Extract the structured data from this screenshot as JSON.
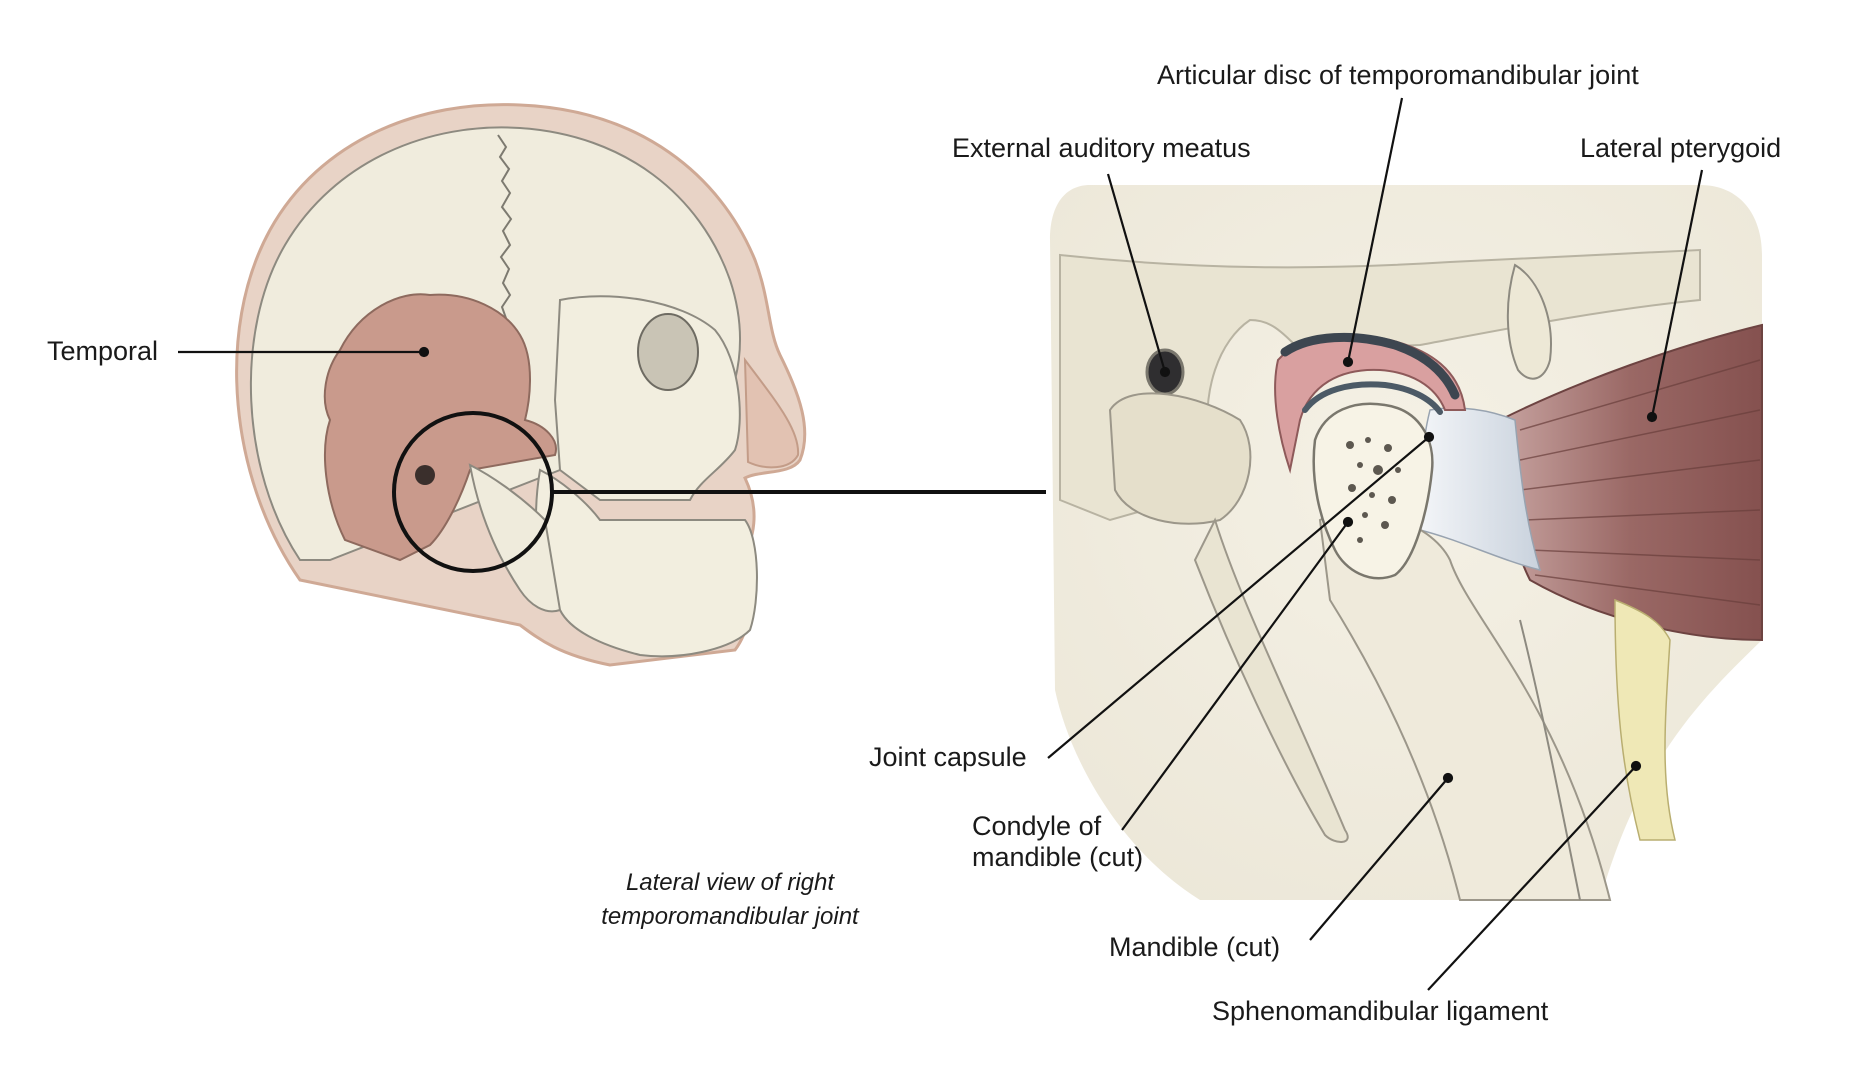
{
  "labels": {
    "temporal": "Temporal",
    "external_auditory_meatus": "External auditory meatus",
    "articular_disc": "Articular disc of temporomandibular joint",
    "lateral_pterygoid": "Lateral pterygoid",
    "joint_capsule": "Joint capsule",
    "condyle_line1": "Condyle of",
    "condyle_line2": "mandible (cut)",
    "mandible_cut": "Mandible (cut)",
    "sphenomandibular": "Sphenomandibular ligament"
  },
  "caption": {
    "line1": "Lateral view of right",
    "line2": "temporomandibular joint"
  },
  "colors": {
    "bone": "#efeadb",
    "skin": "#e6cfc1",
    "temporal_bone": "#c99a8c",
    "muscle": "#9c6b66",
    "tendon": "#dfe4ec",
    "disc_pink": "#d9a0a0",
    "disc_dark": "#3d4650",
    "ligament": "#eee7b6",
    "line": "#111111"
  }
}
